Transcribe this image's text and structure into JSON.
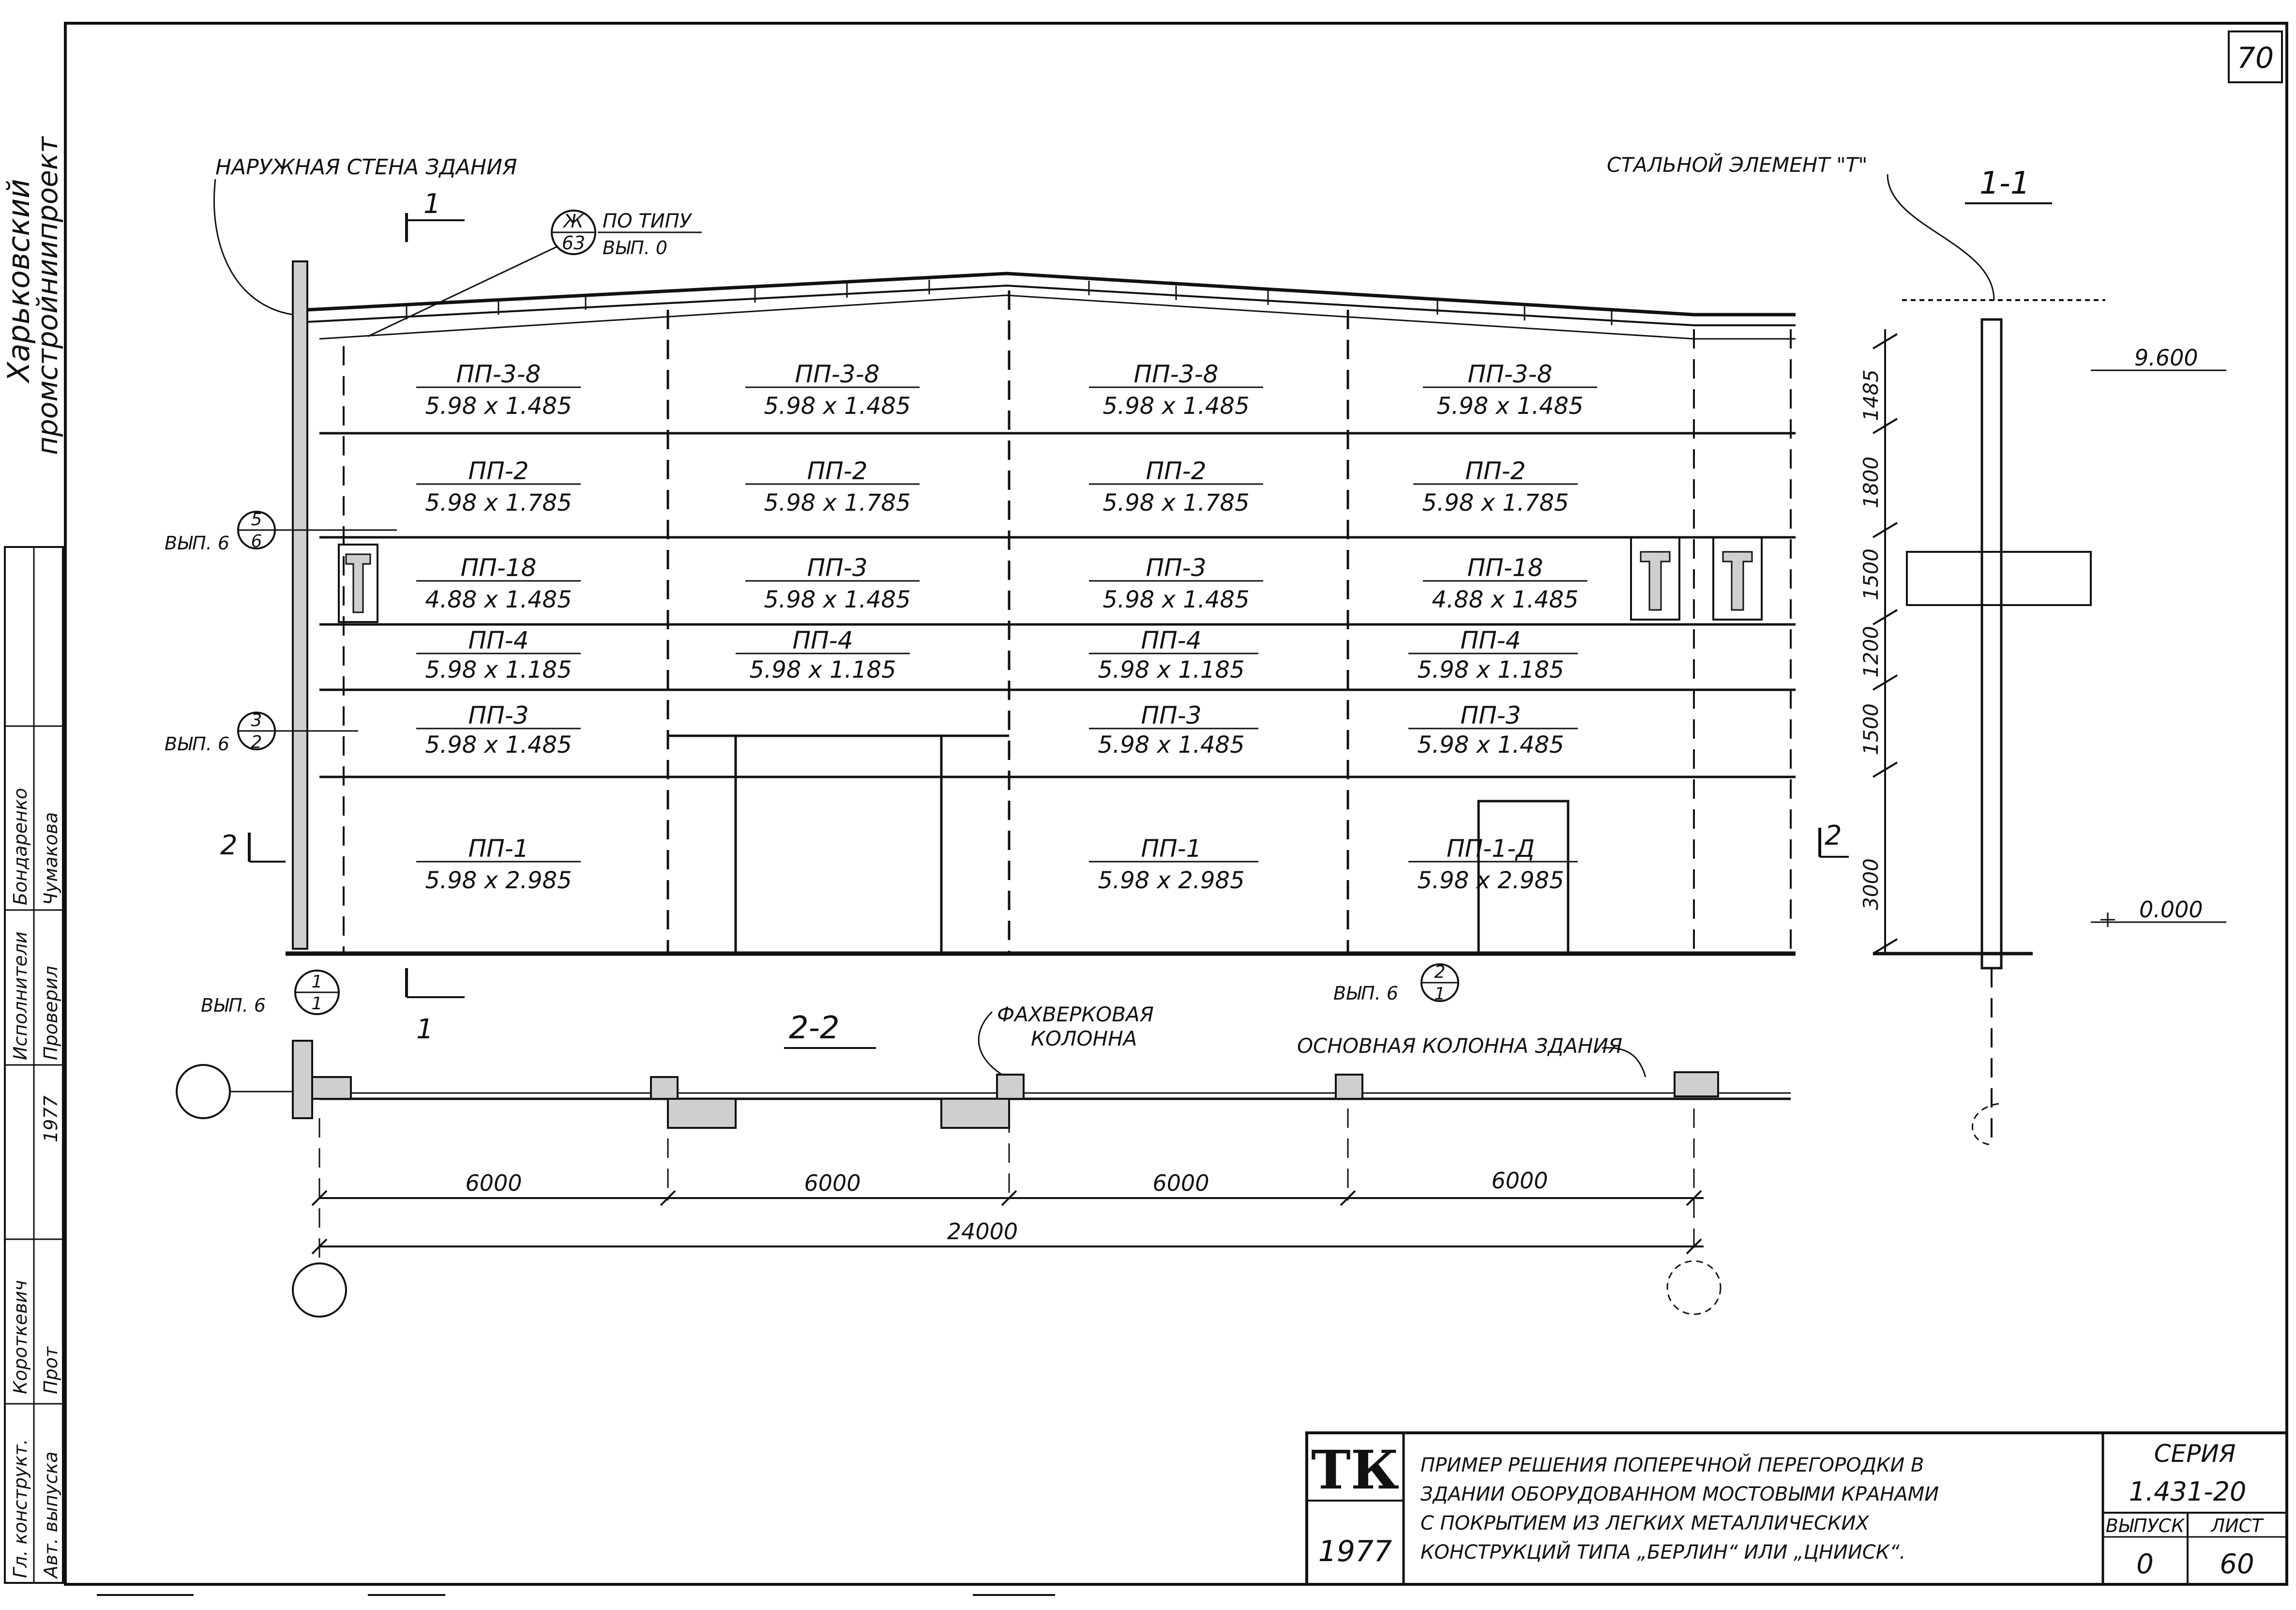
{
  "sheet_number": "70",
  "left_margin": {
    "org_line1": "Харьковский",
    "org_line2": "промстройниипроект",
    "stamp": [
      {
        "role": "Гл. конструкт.",
        "name": "Короткевич"
      },
      {
        "role": "Авт. выпуска",
        "name": "Прот"
      },
      {
        "role": "",
        "name": "1977"
      },
      {
        "role": "Исполнители",
        "name": "Бондаренко"
      },
      {
        "role": "Проверил",
        "name": "Чумакова"
      }
    ]
  },
  "elevation": {
    "outer_wall_label": "НАРУЖНАЯ СТЕНА ЗДАНИЯ",
    "cut_label": "1",
    "detail_ref": {
      "top": "Ж",
      "bottom": "63",
      "note1": "ПО ТИПУ",
      "note2": "ВЫП. 0"
    },
    "callouts": [
      {
        "prefix": "ВЫП. 6",
        "top": "5",
        "bottom": "6"
      },
      {
        "prefix": "ВЫП. 6",
        "top": "3",
        "bottom": "2"
      },
      {
        "prefix": "ВЫП. 6",
        "top": "1",
        "bottom": "1"
      },
      {
        "prefix": "ВЫП. 6",
        "top": "2",
        "bottom": "1"
      }
    ],
    "section_mark_2": "2",
    "panels": [
      {
        "mark": "ПП-3-8",
        "size": "5.98 x 1.485"
      },
      {
        "mark": "ПП-3-8",
        "size": "5.98 x 1.485"
      },
      {
        "mark": "ПП-3-8",
        "size": "5.98 x 1.485"
      },
      {
        "mark": "ПП-3-8",
        "size": "5.98 x 1.485"
      },
      {
        "mark": "ПП-2",
        "size": "5.98 x 1.785"
      },
      {
        "mark": "ПП-2",
        "size": "5.98 x 1.785"
      },
      {
        "mark": "ПП-2",
        "size": "5.98 x 1.785"
      },
      {
        "mark": "ПП-2",
        "size": "5.98 x 1.785"
      },
      {
        "mark": "ПП-18",
        "size": "4.88 x 1.485"
      },
      {
        "mark": "ПП-3",
        "size": "5.98 x 1.485"
      },
      {
        "mark": "ПП-3",
        "size": "5.98 x 1.485"
      },
      {
        "mark": "ПП-18",
        "size": "4.88 x 1.485"
      },
      {
        "mark": "ПП-4",
        "size": "5.98 x 1.185"
      },
      {
        "mark": "ПП-4",
        "size": "5.98 x 1.185"
      },
      {
        "mark": "ПП-4",
        "size": "5.98 x 1.185"
      },
      {
        "mark": "ПП-4",
        "size": "5.98 x 1.185"
      },
      {
        "mark": "ПП-3",
        "size": "5.98 x 1.485"
      },
      {
        "mark": "ПП-3",
        "size": "5.98 x 1.485"
      },
      {
        "mark": "ПП-3",
        "size": "5.98 x 1.485"
      },
      {
        "mark": "ПП-1",
        "size": "5.98 x 2.985"
      },
      {
        "mark": "ПП-1",
        "size": "5.98 x 2.985"
      },
      {
        "mark": "ПП-1-Д",
        "size": "5.98 x 2.985"
      }
    ]
  },
  "section_1_1": {
    "title": "1-1",
    "steel_label": "СТАЛЬНОЙ ЭЛЕМЕНТ \"Т\"",
    "top_level": "9.600",
    "zero_level": "0.000",
    "heights": [
      "1485",
      "1800",
      "1500",
      "1200",
      "1500",
      "3000"
    ]
  },
  "section_2_2": {
    "title": "2-2",
    "half_timber_label_1": "ФАХВЕРКОВАЯ",
    "half_timber_label_2": "КОЛОННА",
    "main_column_label": "ОСНОВНАЯ КОЛОННА ЗДАНИЯ",
    "spans": [
      "6000",
      "6000",
      "6000",
      "6000"
    ],
    "total": "24000"
  },
  "title_block": {
    "logo": "ТК",
    "year": "1977",
    "description": [
      "ПРИМЕР РЕШЕНИЯ ПОПЕРЕЧНОЙ ПЕРЕГОРОДКИ В",
      "ЗДАНИИ ОБОРУДОВАННОМ МОСТОВЫМИ КРАНАМИ",
      "С ПОКРЫТИЕМ ИЗ ЛЕГКИХ МЕТАЛЛИЧЕСКИХ",
      "КОНСТРУКЦИЙ ТИПА „БЕРЛИН“ ИЛИ „ЦНИИСК“."
    ],
    "series_label": "СЕРИЯ",
    "series": "1.431-20",
    "issue_label": "ВЫПУСК",
    "sheet_label": "ЛИСТ",
    "issue": "0",
    "sheet": "60"
  }
}
